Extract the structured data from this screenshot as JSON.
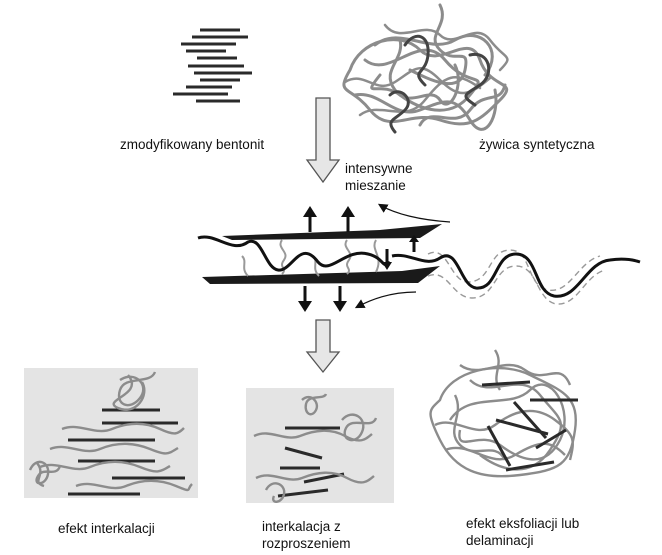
{
  "labels": {
    "modified_bentonite": "zmodyfikowany bentonit",
    "synthetic_resin": "żywica syntetyczna",
    "intensive_mixing_line1": "intensywne",
    "intensive_mixing_line2": "mieszanie",
    "intercalation_effect": "efekt interkalacji",
    "intercalation_dispersion_line1": "interkalacja z",
    "intercalation_dispersion_line2": "rozproszeniem",
    "exfoliation_line1": "efekt eksfoliacji lub",
    "exfoliation_line2": "delaminacji"
  },
  "colors": {
    "clay_layer": "#2a2a2a",
    "polymer_coil": "#8c8c8c",
    "panel_background": "#e4e4e4",
    "arrow_fill": "#e6e6e6"
  }
}
